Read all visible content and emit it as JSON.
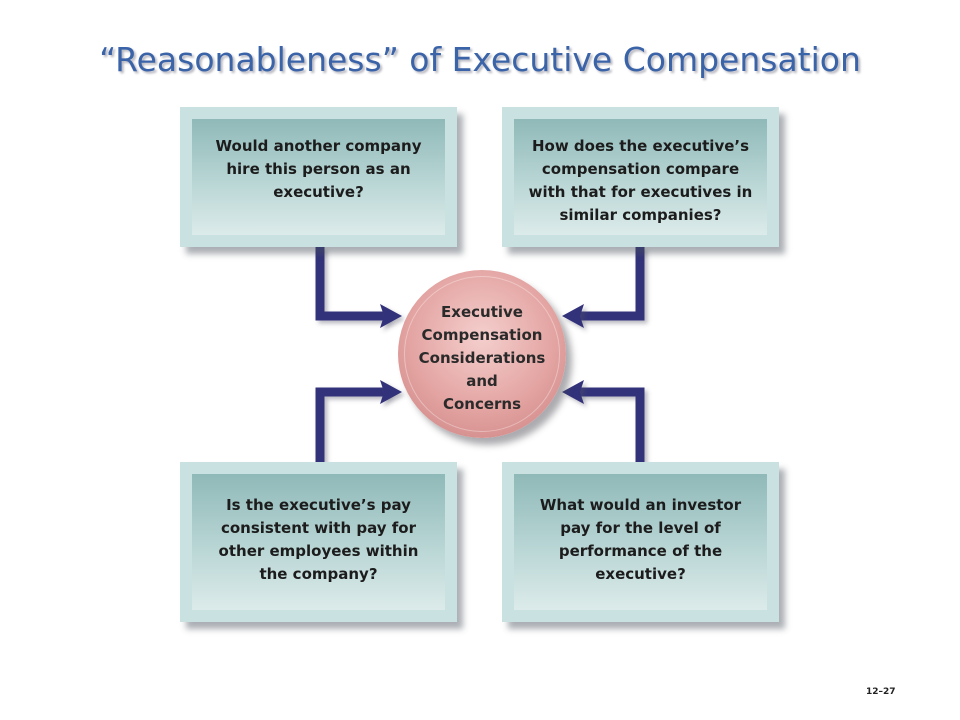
{
  "slide": {
    "title": "“Reasonableness” of Executive Compensation",
    "page_number": "12–27"
  },
  "diagram": {
    "center": {
      "lines": [
        "Executive",
        "Compensation",
        "Considerations",
        "and",
        "Concerns"
      ]
    },
    "boxes": {
      "top_left": {
        "lines": [
          "Would another company",
          "hire this person as an",
          "executive?"
        ]
      },
      "top_right": {
        "lines": [
          "How does the executive’s",
          "compensation compare",
          "with that for executives in",
          "similar companies?"
        ]
      },
      "bottom_left": {
        "lines": [
          "Is the executive’s pay",
          "consistent with pay for",
          "other employees within",
          "the company?"
        ]
      },
      "bottom_right": {
        "lines": [
          "What would an investor",
          "pay for the level of",
          "performance of the",
          "executive?"
        ]
      }
    },
    "colors": {
      "title": "#3a63a8",
      "box_fill": "#b9d6d5",
      "box_border": "#c9e2e1",
      "circle_fill": "#e3a4a2",
      "arrow": "#33307a"
    }
  }
}
